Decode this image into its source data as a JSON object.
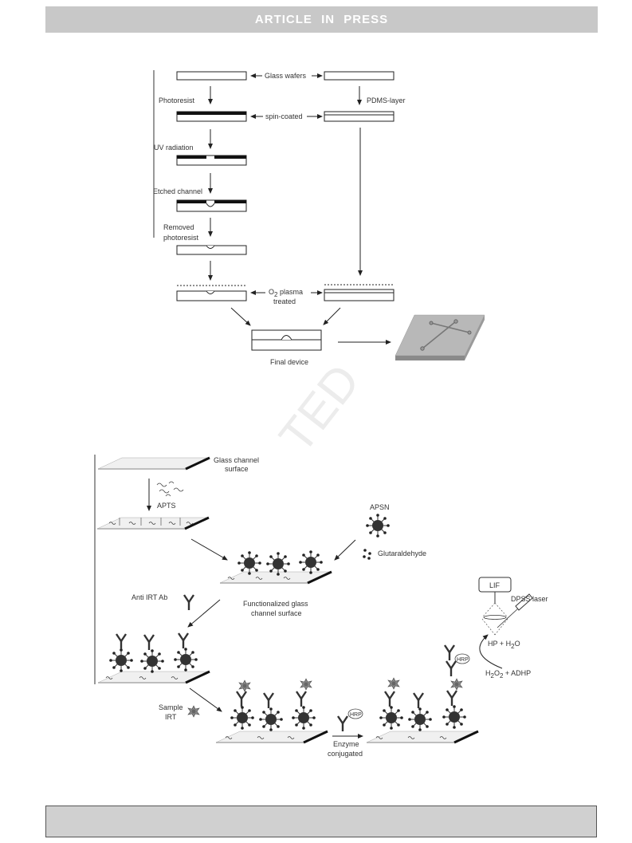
{
  "header": {
    "banner": "ARTICLE IN PRESS"
  },
  "figure1": {
    "labels": {
      "glass_wafers": "Glass wafers",
      "photoresist": "Photoresist",
      "pdms_layer": "PDMS-layer",
      "spin_coated": "spin-coated",
      "uv_radiation": "UV radiation",
      "etched_channel": "Etched channel",
      "removed_photoresist_1": "Removed",
      "removed_photoresist_2": "photoresist",
      "o2_plasma_o": "O",
      "o2_plasma_sub": "2",
      "o2_plasma_rest": " plasma",
      "treated": "treated",
      "final_device": "Final device"
    }
  },
  "watermark": {
    "text": "TED"
  },
  "figure2": {
    "labels": {
      "glass_channel_1": "Glass channel",
      "glass_channel_2": "surface",
      "apts": "APTS",
      "apsn": "APSN",
      "glutaraldehyde": "Glutaraldehyde",
      "functionalized_1": "Functionalized glass",
      "functionalized_2": "channel surface",
      "anti_irt_ab": "Anti IRT Ab",
      "sample_1": "Sample",
      "sample_2": "IRT",
      "enzyme_1": "Enzyme",
      "enzyme_2": "conjugated",
      "hrp": "HRP",
      "lif": "LIF",
      "dpss_laser": "DPSS laser",
      "hp_h2o": "HP + H",
      "hp_h2o_sub": "2",
      "hp_h2o_end": "O",
      "h2o2_a": "H",
      "h2o2_b": "2",
      "h2o2_c": "O",
      "h2o2_d": "2",
      "h2o2_e": " + ADHP"
    }
  }
}
